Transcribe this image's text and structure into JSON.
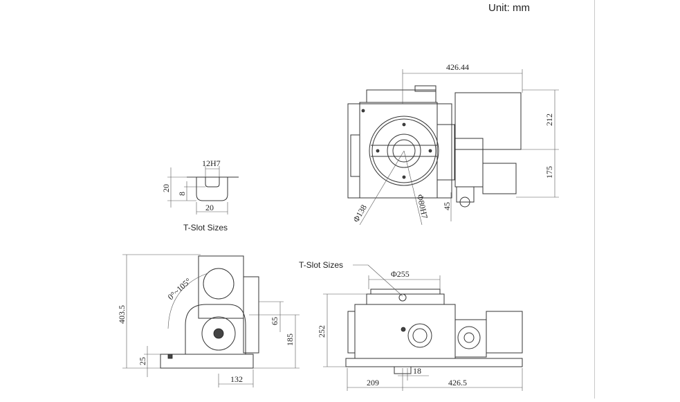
{
  "header": {
    "unit_label": "Unit: mm"
  },
  "tslot_detail": {
    "caption": "T-Slot Sizes",
    "width_tol": "12H7",
    "height": "20",
    "depth": "8",
    "bottom_width": "20"
  },
  "top_view": {
    "overall_width": "426.44",
    "upper_height": "212",
    "lower_height": "175",
    "offset": "45",
    "dia_outer": "Φ138",
    "dia_bore": "Φ80H7"
  },
  "side_view": {
    "tilt_range": "0°~105°",
    "total_height": "403.5",
    "center_height": "185",
    "table_offset": "65",
    "base_thickness": "25",
    "base_depth": "132"
  },
  "front_view": {
    "callout": "T-Slot Sizes",
    "table_dia": "Φ255",
    "height": "252",
    "slot_width": "18",
    "left_width": "209",
    "right_width": "426.5"
  }
}
